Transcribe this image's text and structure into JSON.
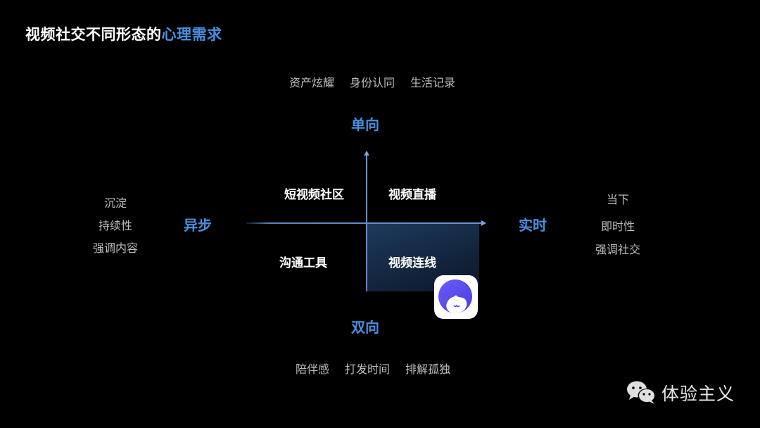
{
  "header": {
    "title_main": "视频社交不同形态的",
    "title_highlight": "心理需求",
    "highlight_color": "#4a90e2"
  },
  "axes": {
    "top": "单向",
    "bottom": "双向",
    "left": "异步",
    "right": "实时",
    "axis_color": "#4a90e2"
  },
  "needs": {
    "top": [
      "资产炫耀",
      "身份认同",
      "生活记录"
    ],
    "bottom": [
      "陪伴感",
      "打发时间",
      "排解孤独"
    ],
    "left": [
      "沉淀",
      "持续性",
      "强调内容"
    ],
    "right": [
      "当下",
      "即时性",
      "强调社交"
    ]
  },
  "quadrants": {
    "top_left": "短视频社区",
    "top_right": "视频直播",
    "bottom_left": "沟通工具",
    "bottom_right": "视频连线",
    "highlighted": "bottom_right",
    "highlight_color": "#1d3a5c"
  },
  "app_icon": {
    "name": "video-call-app-icon",
    "primary_color": "#5b4bf0"
  },
  "watermark": {
    "icon": "wechat-icon",
    "text": "体验主义"
  }
}
